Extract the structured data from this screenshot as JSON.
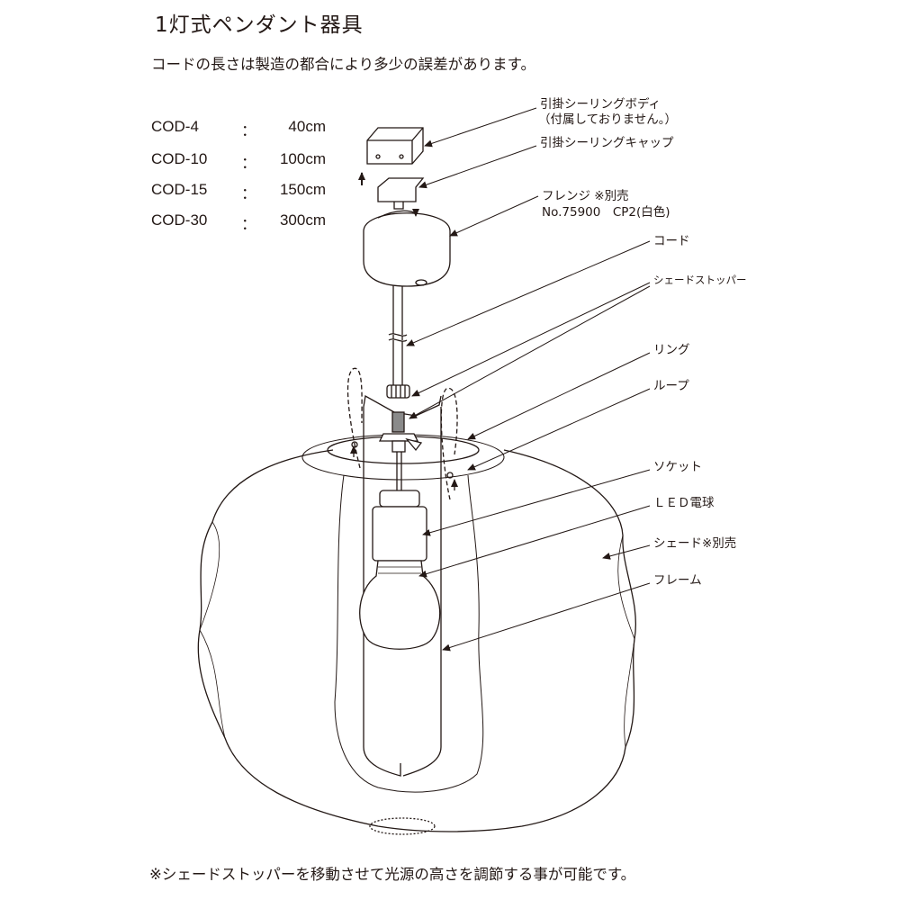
{
  "title": "1灯式ペンダント器具",
  "subtitle": "コードの長さは製造の都合により多少の誤差があります。",
  "cord_lengths": [
    {
      "model": "COD-4",
      "sep": "：",
      "length": "40cm"
    },
    {
      "model": "COD-10",
      "sep": "：",
      "length": "100cm"
    },
    {
      "model": "COD-15",
      "sep": "：",
      "length": "150cm"
    },
    {
      "model": "COD-30",
      "sep": "：",
      "length": "300cm"
    }
  ],
  "labels": {
    "ceiling_body": "引掛シーリングボディ",
    "ceiling_body_note": "（付属しておりません。）",
    "ceiling_cap": "引掛シーリングキャップ",
    "flange": "フレンジ ※別売",
    "flange_model": "No.75900　CP2(白色)",
    "cord": "コード",
    "shade_stopper": "シェードストッパー",
    "ring": "リング",
    "loop": "ループ",
    "socket": "ソケット",
    "led_bulb": "ＬＥＤ電球",
    "shade": "シェード※別売",
    "frame": "フレーム"
  },
  "footer": "※シェードストッパーを移動させて光源の高さを調節する事が可能です。"
}
